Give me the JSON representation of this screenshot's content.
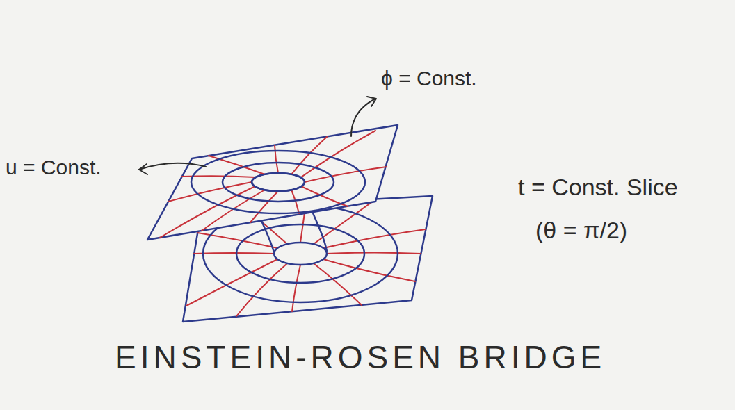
{
  "diagram": {
    "title": "EINSTEIN-ROSEN BRIDGE",
    "labels": [
      "ϕ = Const.",
      "u = Const.",
      "t = Const. Slice",
      "(θ = π/2)"
    ]
  }
}
